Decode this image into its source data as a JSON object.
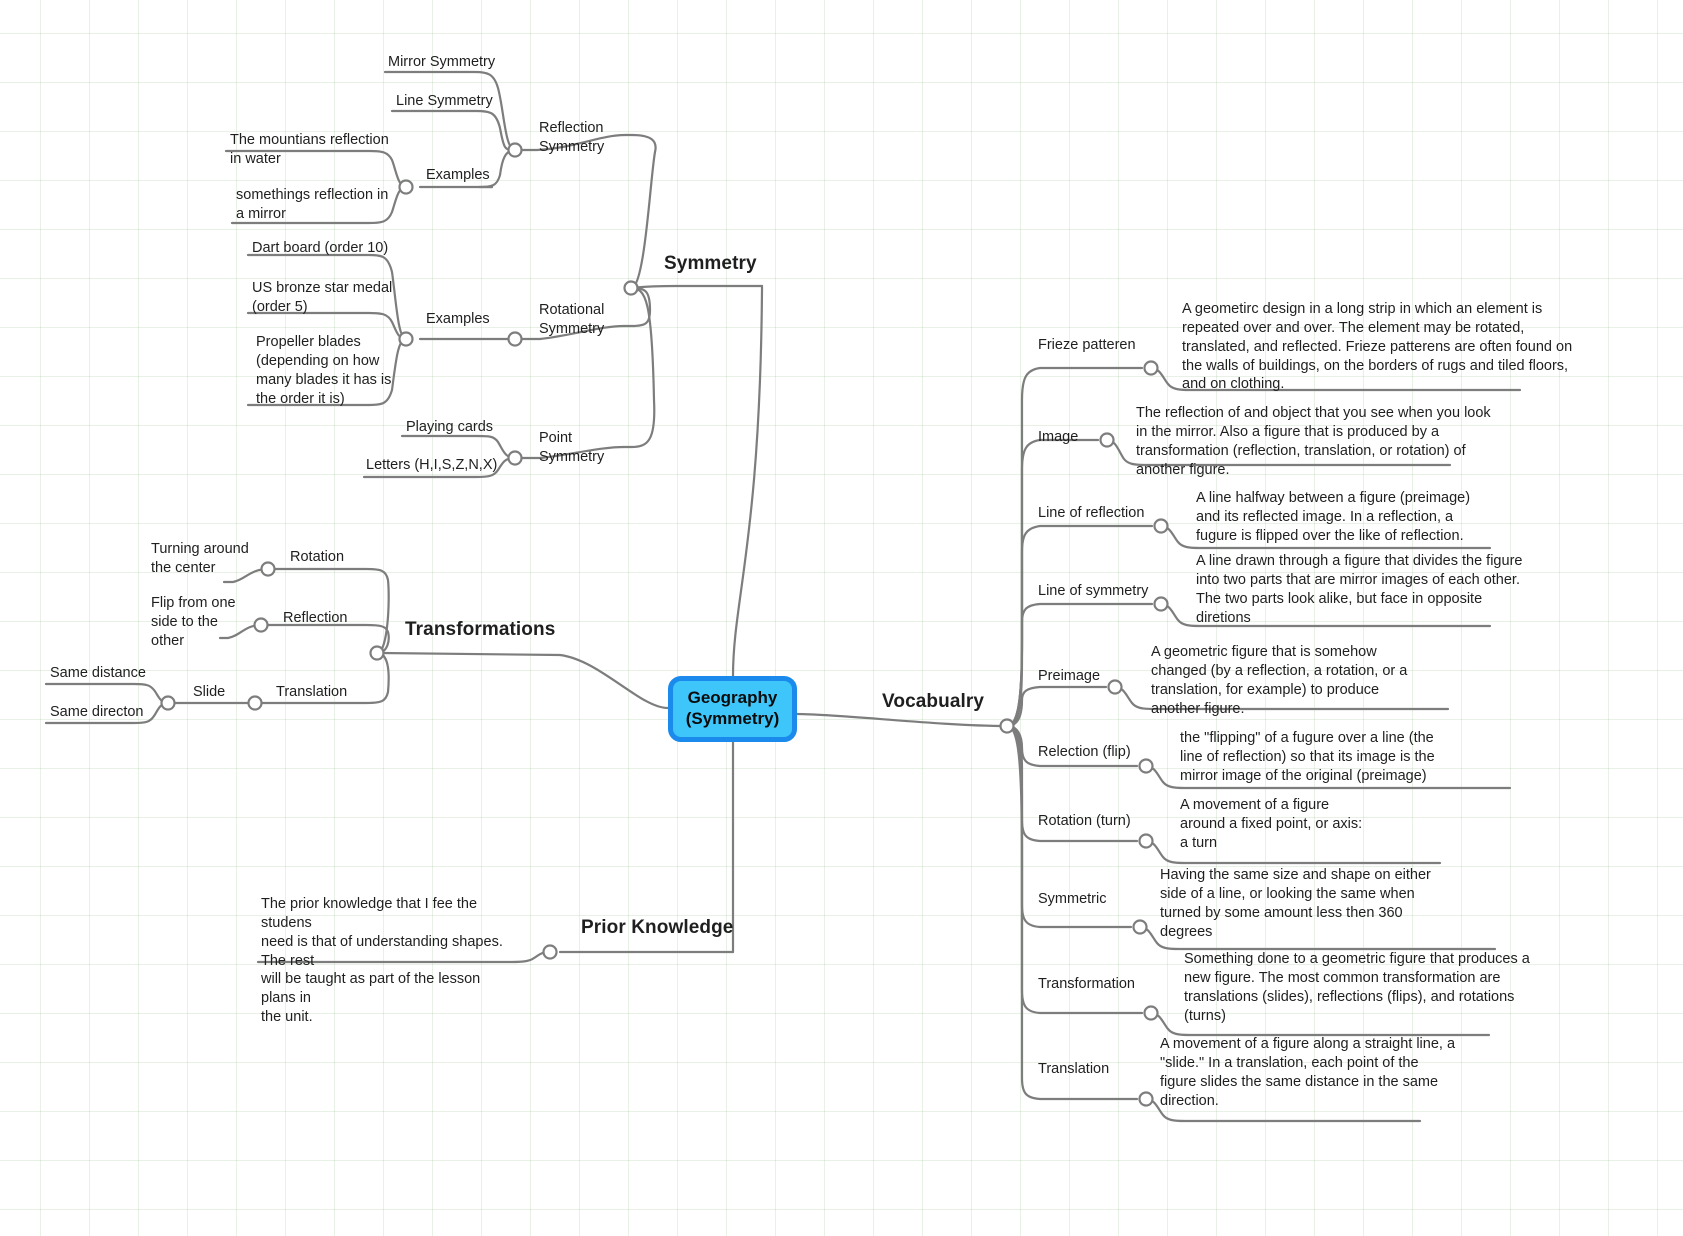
{
  "root": {
    "label": "Geography\n(Symmetry)",
    "fill": "#3ec6fb",
    "stroke": "#1a8bec"
  },
  "canvas": {
    "grid_color": "#96be8c",
    "background": "#ffffff",
    "wire_color": "#7d7d7d"
  },
  "branches": {
    "symmetry": {
      "label": "Symmetry"
    },
    "transformations": {
      "label": "Transformations"
    },
    "prior_knowledge": {
      "label": "Prior Knowledge"
    },
    "vocabulary": {
      "label": "Vocabualry"
    }
  },
  "symmetry": {
    "reflection": {
      "label": "Reflection\nSymmetry",
      "children": [
        {
          "label": "Mirror Symmetry"
        },
        {
          "label": "Line Symmetry"
        },
        {
          "label": "Examples",
          "children": [
            {
              "label": "The mountians reflection\nin water"
            },
            {
              "label": "somethings reflection in\na mirror"
            }
          ]
        }
      ]
    },
    "rotational": {
      "label": "Rotational\nSymmetry",
      "children": [
        {
          "label": "Examples",
          "children": [
            {
              "label": "Dart board (order 10)"
            },
            {
              "label": "US bronze star medal\n(order 5)"
            },
            {
              "label": "Propeller blades\n(depending on how\nmany blades it has is\nthe order it is)"
            }
          ]
        }
      ]
    },
    "point": {
      "label": "Point\nSymmetry",
      "children": [
        {
          "label": "Playing cards"
        },
        {
          "label": "Letters (H,I,S,Z,N,X)"
        }
      ]
    }
  },
  "transformations": {
    "children": [
      {
        "label": "Rotation",
        "children": [
          {
            "label": "Turning around\nthe center"
          }
        ]
      },
      {
        "label": "Reflection",
        "children": [
          {
            "label": "Flip from one\nside to the\nother"
          }
        ]
      },
      {
        "label": "Translation",
        "children": [
          {
            "label": "Slide",
            "children": [
              {
                "label": "Same distance"
              },
              {
                "label": "Same directon"
              }
            ]
          }
        ]
      }
    ]
  },
  "prior_knowledge": {
    "note": "The prior knowledge that I fee the studens\nneed is that of understanding shapes. The rest\nwill be taught as part of the lesson plans in\nthe unit."
  },
  "vocabulary": {
    "terms": [
      {
        "term": "Frieze patteren",
        "definition": "A geometirc design in a long strip in which an element is\nrepeated over and over. The element may be rotated,\ntranslated, and reflected. Frieze patterens are often found on\nthe walls of buildings, on the borders of rugs and tiled floors,\nand on clothing."
      },
      {
        "term": "Image",
        "definition": "The reflection of and object that you see when you look\nin the mirror. Also a figure that is produced by a\ntransformation (reflection, translation, or rotation) of\nanother figure."
      },
      {
        "term": "Line of reflection",
        "definition": "A line halfway between a figure (preimage)\nand its reflected image. In a reflection, a\nfugure is flipped over the like of reflection."
      },
      {
        "term": "Line of symmetry",
        "definition": "A line drawn through a figure that divides the figure\ninto two parts that are mirror images of each other.\nThe two parts look alike, but face in opposite\ndiretions"
      },
      {
        "term": "Preimage",
        "definition": "A geometric figure that is somehow\nchanged (by a reflection, a rotation, or a\ntranslation, for example) to produce\nanother figure."
      },
      {
        "term": "Relection (flip)",
        "definition": "the \"flipping\" of a fugure over a line (the\nline of reflection) so that its image is the\nmirror image of the original (preimage)"
      },
      {
        "term": "Rotation (turn)",
        "definition": "A movement of a figure\naround a fixed point, or axis:\na turn"
      },
      {
        "term": "Symmetric",
        "definition": "Having the same size and shape on either\nside of a line, or looking the same when\nturned by some amount less then 360\ndegrees"
      },
      {
        "term": "Transformation",
        "definition": "Something done to a geometric figure that produces a\nnew figure. The most common transformation are\ntranslations (slides), reflections (flips), and rotations\n(turns)"
      },
      {
        "term": "Translation",
        "definition": "A movement of a figure along a straight line, a\n\"slide.\" In a translation, each point of the\nfigure slides the same distance in the same\ndirection."
      }
    ]
  }
}
